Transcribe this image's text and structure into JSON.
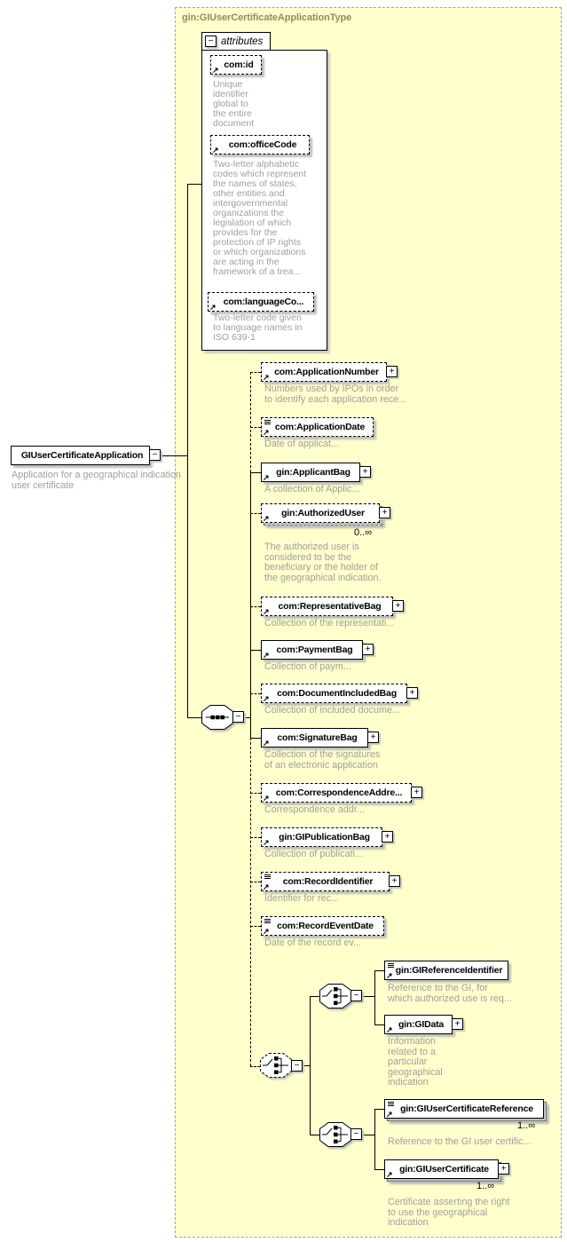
{
  "type_title": "gin:GIUserCertificateApplicationType",
  "icons": {
    "expand": "+",
    "collapse": "−",
    "reference": "↗"
  },
  "colors": {
    "container_fill": "#ffffcc",
    "title_text": "#8d8d5f",
    "description_text": "#9f9f9f",
    "line": "#000000"
  },
  "root_element": {
    "name": "GIUserCertificateApplication",
    "description": "Application for a geographical indication\nuser certificate"
  },
  "attributes_panel": {
    "label": "attributes",
    "attributes": [
      {
        "name": "com:id",
        "description": "Unique\nidentifier\nglobal to\nthe entire\ndocument"
      },
      {
        "name": "com:officeCode",
        "description": "Two-letter alphabetic\ncodes which represent\nthe names of states,\nother entities and\nintergovernmental\norganizations the\nlegislation of which\nprovides for the\nprotection of IP rights\nor which organizations\nare acting in the\nframework of a trea..."
      },
      {
        "name": "com:languageCo...",
        "description": "Two-letter code given\nto language names in\nISO 639-1"
      }
    ]
  },
  "children": [
    {
      "name": "com:ApplicationNumber",
      "optional": true,
      "expandable": true,
      "description": "Numbers used by IPOs in order\nto identify each application rece..."
    },
    {
      "name": "com:ApplicationDate",
      "optional": true,
      "description": "Date of applicat..."
    },
    {
      "name": "gin:ApplicantBag",
      "expandable": true,
      "description": "A collection of Applic..."
    },
    {
      "name": "gin:AuthorizedUser",
      "optional": true,
      "expandable": true,
      "multiple": true,
      "occurrence": "0..∞",
      "description": "The authorized user is\nconsidered to be the\nbeneficiary or the holder of\nthe geographical indication."
    },
    {
      "name": "com:RepresentativeBag",
      "optional": true,
      "expandable": true,
      "description": "Collection of the representati..."
    },
    {
      "name": "com:PaymentBag",
      "expandable": true,
      "description": "Collection of paym..."
    },
    {
      "name": "com:DocumentIncludedBag",
      "optional": true,
      "expandable": true,
      "description": "Collection of included docume..."
    },
    {
      "name": "com:SignatureBag",
      "expandable": true,
      "description": "Collection of the signatures\nof an electronic application"
    },
    {
      "name": "com:CorrespondenceAddre...",
      "optional": true,
      "expandable": true,
      "description": "Correspondence addr..."
    },
    {
      "name": "gin:GIPublicationBag",
      "optional": true,
      "expandable": true,
      "description": "Collection of publicati..."
    },
    {
      "name": "com:RecordIdentifier",
      "optional": true,
      "expandable": true,
      "description": "Identifier for rec..."
    },
    {
      "name": "com:RecordEventDate",
      "optional": true,
      "description": "Date of the record ev..."
    }
  ],
  "choice": {
    "branches": [
      {
        "children": [
          {
            "name": "gin:GIReferenceIdentifier",
            "description": "Reference to the GI, for\nwhich authorized use is req..."
          },
          {
            "name": "gin:GIData",
            "expandable": true,
            "description": "Information\nrelated to a\nparticular\ngeographical\nindication"
          }
        ]
      },
      {
        "children": [
          {
            "name": "gin:GIUserCertificateReference",
            "multiple": true,
            "occurrence": "1..∞",
            "description": "Reference to the GI user certific..."
          },
          {
            "name": "gin:GIUserCertificate",
            "multiple": true,
            "expandable": true,
            "occurrence": "1..∞",
            "description": "Certificate asserting the right\nto use the geographical\nindication"
          }
        ]
      }
    ]
  }
}
